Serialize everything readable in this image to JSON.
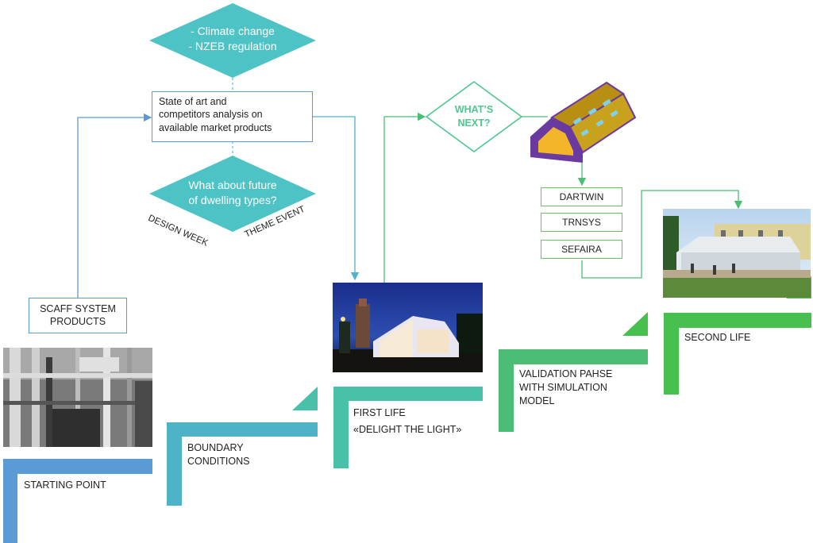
{
  "top_decision": {
    "line1": "- Climate change",
    "line2": "- NZEB regulation"
  },
  "analysis_box": {
    "line1": "State of art and",
    "line2": "competitors  analysis on",
    "line3": "available market products"
  },
  "future_decision": {
    "line1": "What about future",
    "line2": "of dwelling types?",
    "left_tag": "DESIGN WEEK",
    "right_tag": "THEME EVENT"
  },
  "next_decision": {
    "line1": "WHAT’S",
    "line2": "NEXT?"
  },
  "tools": [
    "DARTWIN",
    "TRNSYS",
    "SEFAIRA"
  ],
  "scaff_box": {
    "line1": "SCAFF SYSTEM",
    "line2": "PRODUCTS"
  },
  "steps": {
    "starting_point": "STARTING POINT",
    "boundary": {
      "line1": "BOUNDARY",
      "line2": "CONDITIONS"
    },
    "first_life": {
      "line1": "FIRST LIFE",
      "line2": "«DELIGHT THE LIGHT»"
    },
    "validation": {
      "line1": "VALIDATION PAHSE",
      "line2": "WITH SIMULATION",
      "line3": "MODEL"
    },
    "second_life": "SECOND LIFE"
  },
  "colors": {
    "step_blue": "#5b9bd5",
    "step_teal_blue": "#4fb3c8",
    "step_teal": "#49c0a8",
    "step_green": "#4cbd74",
    "step_bright_green": "#47c04f",
    "diamond_teal": "#4ec3c6",
    "next_green": "#4ec790",
    "box_border_blue": "#5b9bd5",
    "tool_border_green": "#6abf6a",
    "house_body": "#c9a21d",
    "house_frame": "#6b3aa0",
    "house_window": "#f3b62a"
  },
  "icons": [
    "scaffold-photo",
    "pavilion-night-photo",
    "pavilion-day-photo",
    "house-3d-icon"
  ]
}
